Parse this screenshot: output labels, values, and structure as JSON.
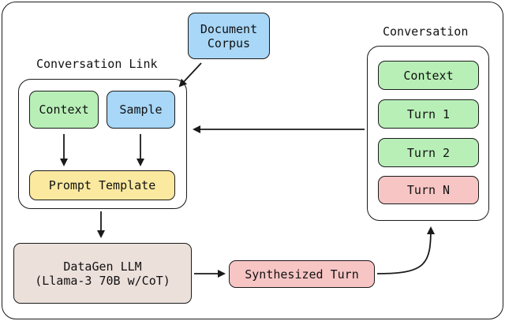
{
  "diagram": {
    "conversation_link": {
      "title": "Conversation Link",
      "context": "Context",
      "sample": "Sample",
      "prompt_template": "Prompt Template"
    },
    "document_corpus": {
      "line1": "Document",
      "line2": "Corpus"
    },
    "conversation": {
      "title": "Conversation",
      "turns": [
        "Context",
        "Turn 1",
        "Turn 2",
        "Turn N"
      ]
    },
    "datagen_llm": {
      "line1": "DataGen LLM",
      "line2": "(Llama-3 70B w/CoT)"
    },
    "synthesized_turn": "Synthesized Turn"
  }
}
